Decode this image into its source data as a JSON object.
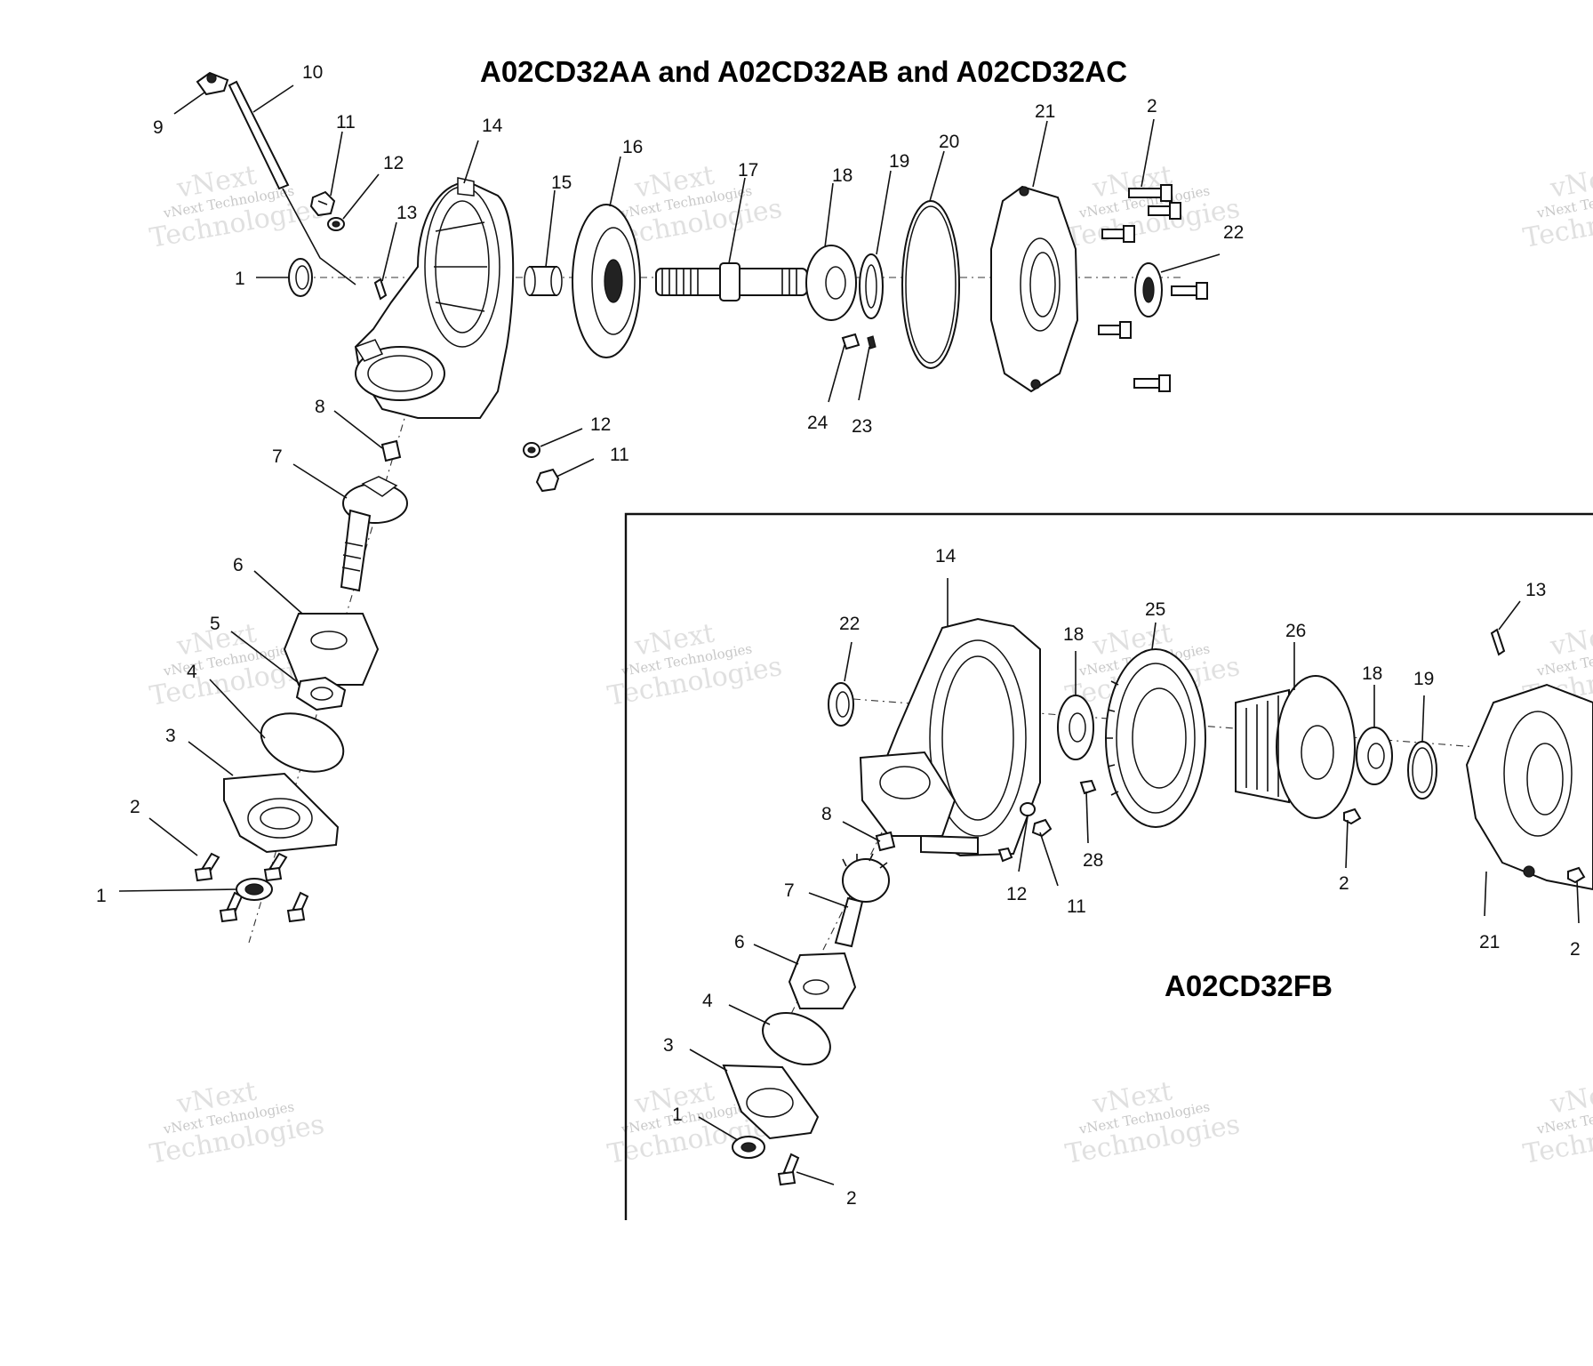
{
  "titles": {
    "main": "A02CD32AA and A02CD32AB and A02CD32AC",
    "inset": "A02CD32FB"
  },
  "watermark": {
    "line1": "vNext Technologies",
    "line2": "vNext",
    "line3": "Technologies"
  },
  "callouts_main": [
    "10",
    "9",
    "11",
    "12",
    "14",
    "13",
    "1",
    "16",
    "15",
    "17",
    "18",
    "19",
    "20",
    "21",
    "2",
    "22",
    "24",
    "23",
    "8",
    "12",
    "11",
    "7",
    "6",
    "5",
    "4",
    "3",
    "2",
    "1"
  ],
  "callouts_inset": [
    "14",
    "22",
    "18",
    "25",
    "26",
    "18",
    "19",
    "13",
    "8",
    "12",
    "11",
    "28",
    "2",
    "21",
    "2",
    "7",
    "6",
    "4",
    "3",
    "1",
    "2"
  ]
}
